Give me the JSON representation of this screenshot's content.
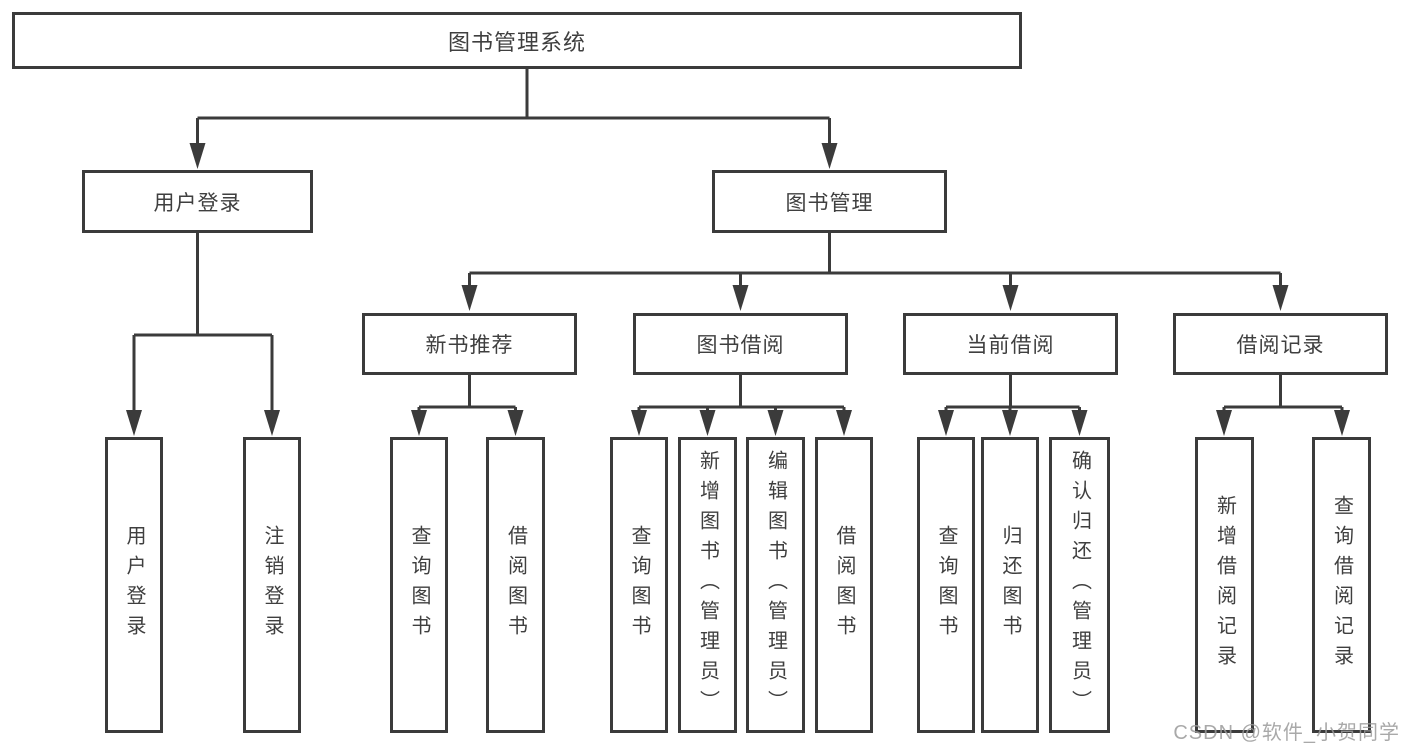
{
  "tree": {
    "label": "图书管理系统",
    "children": [
      {
        "label": "用户登录",
        "children": [
          {
            "label": "用户登录"
          },
          {
            "label": "注销登录"
          }
        ]
      },
      {
        "label": "图书管理",
        "children": [
          {
            "label": "新书推荐",
            "children": [
              {
                "label": "查询图书"
              },
              {
                "label": "借阅图书"
              }
            ]
          },
          {
            "label": "图书借阅",
            "children": [
              {
                "label": "查询图书"
              },
              {
                "label": "新增图书（管理员）"
              },
              {
                "label": "编辑图书（管理员）"
              },
              {
                "label": "借阅图书"
              }
            ]
          },
          {
            "label": "当前借阅",
            "children": [
              {
                "label": "查询图书"
              },
              {
                "label": "归还图书"
              },
              {
                "label": "确认归还（管理员）"
              }
            ]
          },
          {
            "label": "借阅记录",
            "children": [
              {
                "label": "新增借阅记录"
              },
              {
                "label": "查询借阅记录"
              }
            ]
          }
        ]
      }
    ]
  },
  "watermark": {
    "text": "CSDN @软件_小贺同学"
  },
  "colors": {
    "line": "#3b3b3b",
    "text": "#3f3f3f",
    "background": "#ffffff",
    "watermark": "#9b9b9b"
  }
}
